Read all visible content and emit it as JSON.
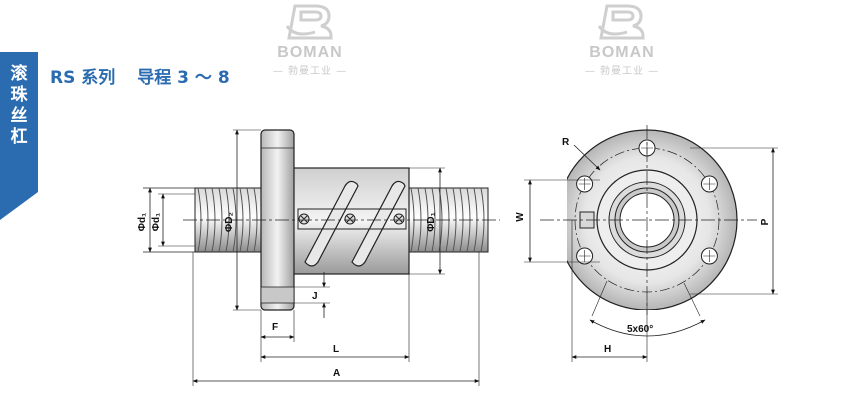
{
  "sidebar": {
    "lines": [
      "滚",
      "珠",
      "丝",
      "杠"
    ],
    "color": "#2b6cb0"
  },
  "header": {
    "series": "RS 系列",
    "lead": "导程 3 ～ 8",
    "color": "#2b6cb0"
  },
  "watermark": {
    "brand": "BOMAN",
    "subtitle": "— 勃曼工业 —"
  },
  "labels": {
    "d1_outer": "Φd₁",
    "d1": "Φd₁",
    "D2": "ΦD₂",
    "D1": "ΦD₁",
    "F": "F",
    "J": "J",
    "L": "L",
    "A": "A",
    "R": "R",
    "W": "W",
    "P": "P",
    "H": "H",
    "angle": "5x60°"
  }
}
